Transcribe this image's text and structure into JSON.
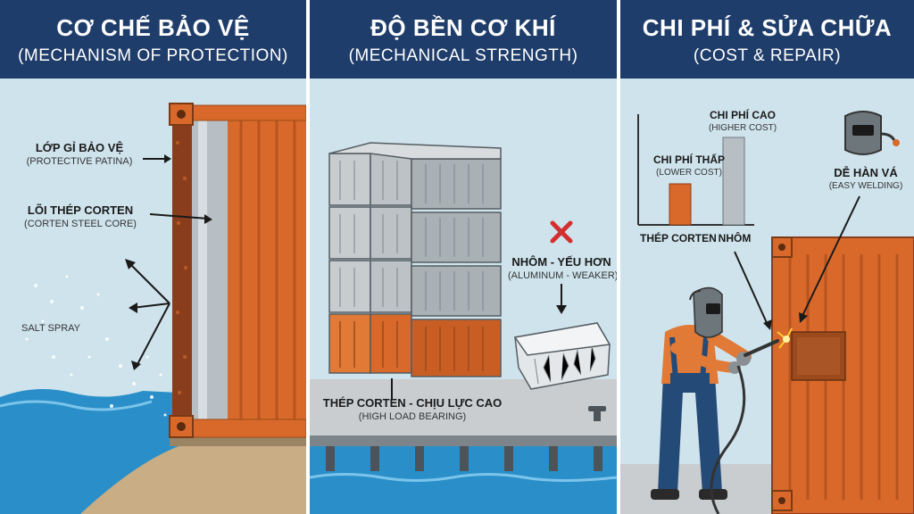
{
  "panels": [
    {
      "title": "CƠ CHẾ BẢO VỆ",
      "subtitle": "(MECHANISM OF PROTECTION)",
      "labels": {
        "patina": {
          "main": "LỚP GỈ BẢO VỆ",
          "sub": "(PROTECTIVE PATINA)"
        },
        "core": {
          "main": "LÕI THÉP CORTEN",
          "sub": "(CORTEN STEEL CORE)"
        },
        "salt": "SALT SPRAY"
      }
    },
    {
      "title": "ĐỘ BỀN CƠ KHÍ",
      "subtitle": "(MECHANICAL STRENGTH)",
      "labels": {
        "aluminum": {
          "main": "NHÔM - YẾU HƠN",
          "sub": "(ALUMINUM - WEAKER)"
        },
        "corten": {
          "main": "THÉP CORTEN - CHỊU LỰC CAO",
          "sub": "(HIGH LOAD BEARING)"
        }
      }
    },
    {
      "title": "CHI PHÍ & SỬA CHỮA",
      "subtitle": "(COST & REPAIR)",
      "labels": {
        "high_cost": {
          "main": "CHI PHÍ CAO",
          "sub": "(HIGHER COST)"
        },
        "low_cost": {
          "main": "CHI PHÍ THẤP",
          "sub": "(LOWER COST)"
        },
        "welding": {
          "main": "DỄ HÀN VÁ",
          "sub": "(EASY WELDING)"
        },
        "bar_corten": "THÉP CORTEN",
        "bar_aluminum": "NHÔM"
      }
    }
  ],
  "colors": {
    "header": "#1f3d6a",
    "rust": "#d9692a",
    "sky": "#cfe3ec",
    "steel": "#b7bfc4",
    "water": "#2a8fc9"
  }
}
